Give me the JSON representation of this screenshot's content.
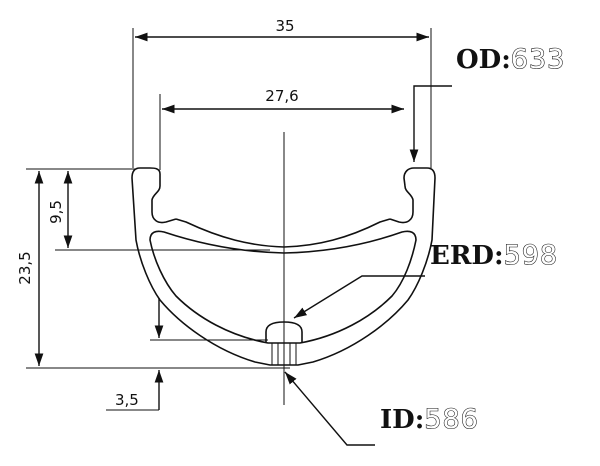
{
  "dimensions": {
    "outer_width": "35",
    "inner_width": "27,6",
    "depth": "23,5",
    "hook_depth": "9,5",
    "bed_thickness": "3,5"
  },
  "labels": {
    "od": {
      "key": "OD:",
      "value": "633"
    },
    "erd": {
      "key": "ERD:",
      "value": "598"
    },
    "id": {
      "key": "ID:",
      "value": "586"
    }
  },
  "colors": {
    "ink": "#111111",
    "background": "#ffffff"
  }
}
